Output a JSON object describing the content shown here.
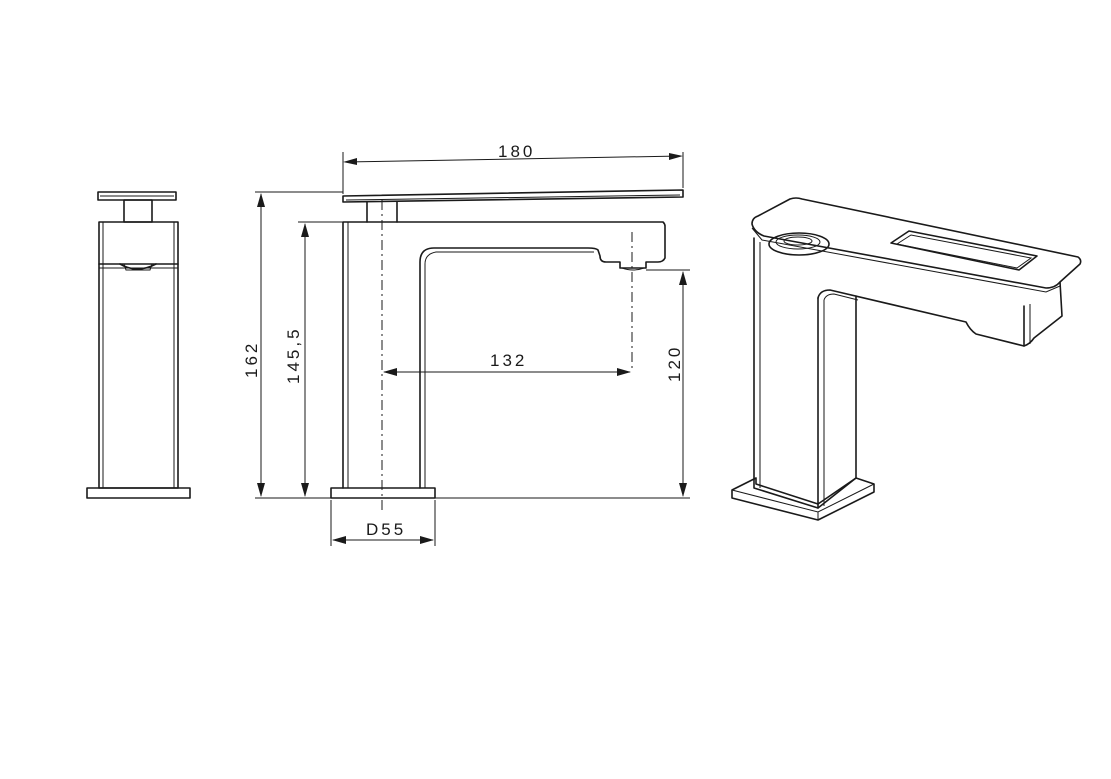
{
  "dimensions": {
    "overall_length": "180",
    "overall_height": "162",
    "body_height": "145,5",
    "spout_reach": "132",
    "spout_height": "120",
    "base_diameter": "D55"
  },
  "colors": {
    "line": "#1a1a1a",
    "background": "#ffffff"
  }
}
